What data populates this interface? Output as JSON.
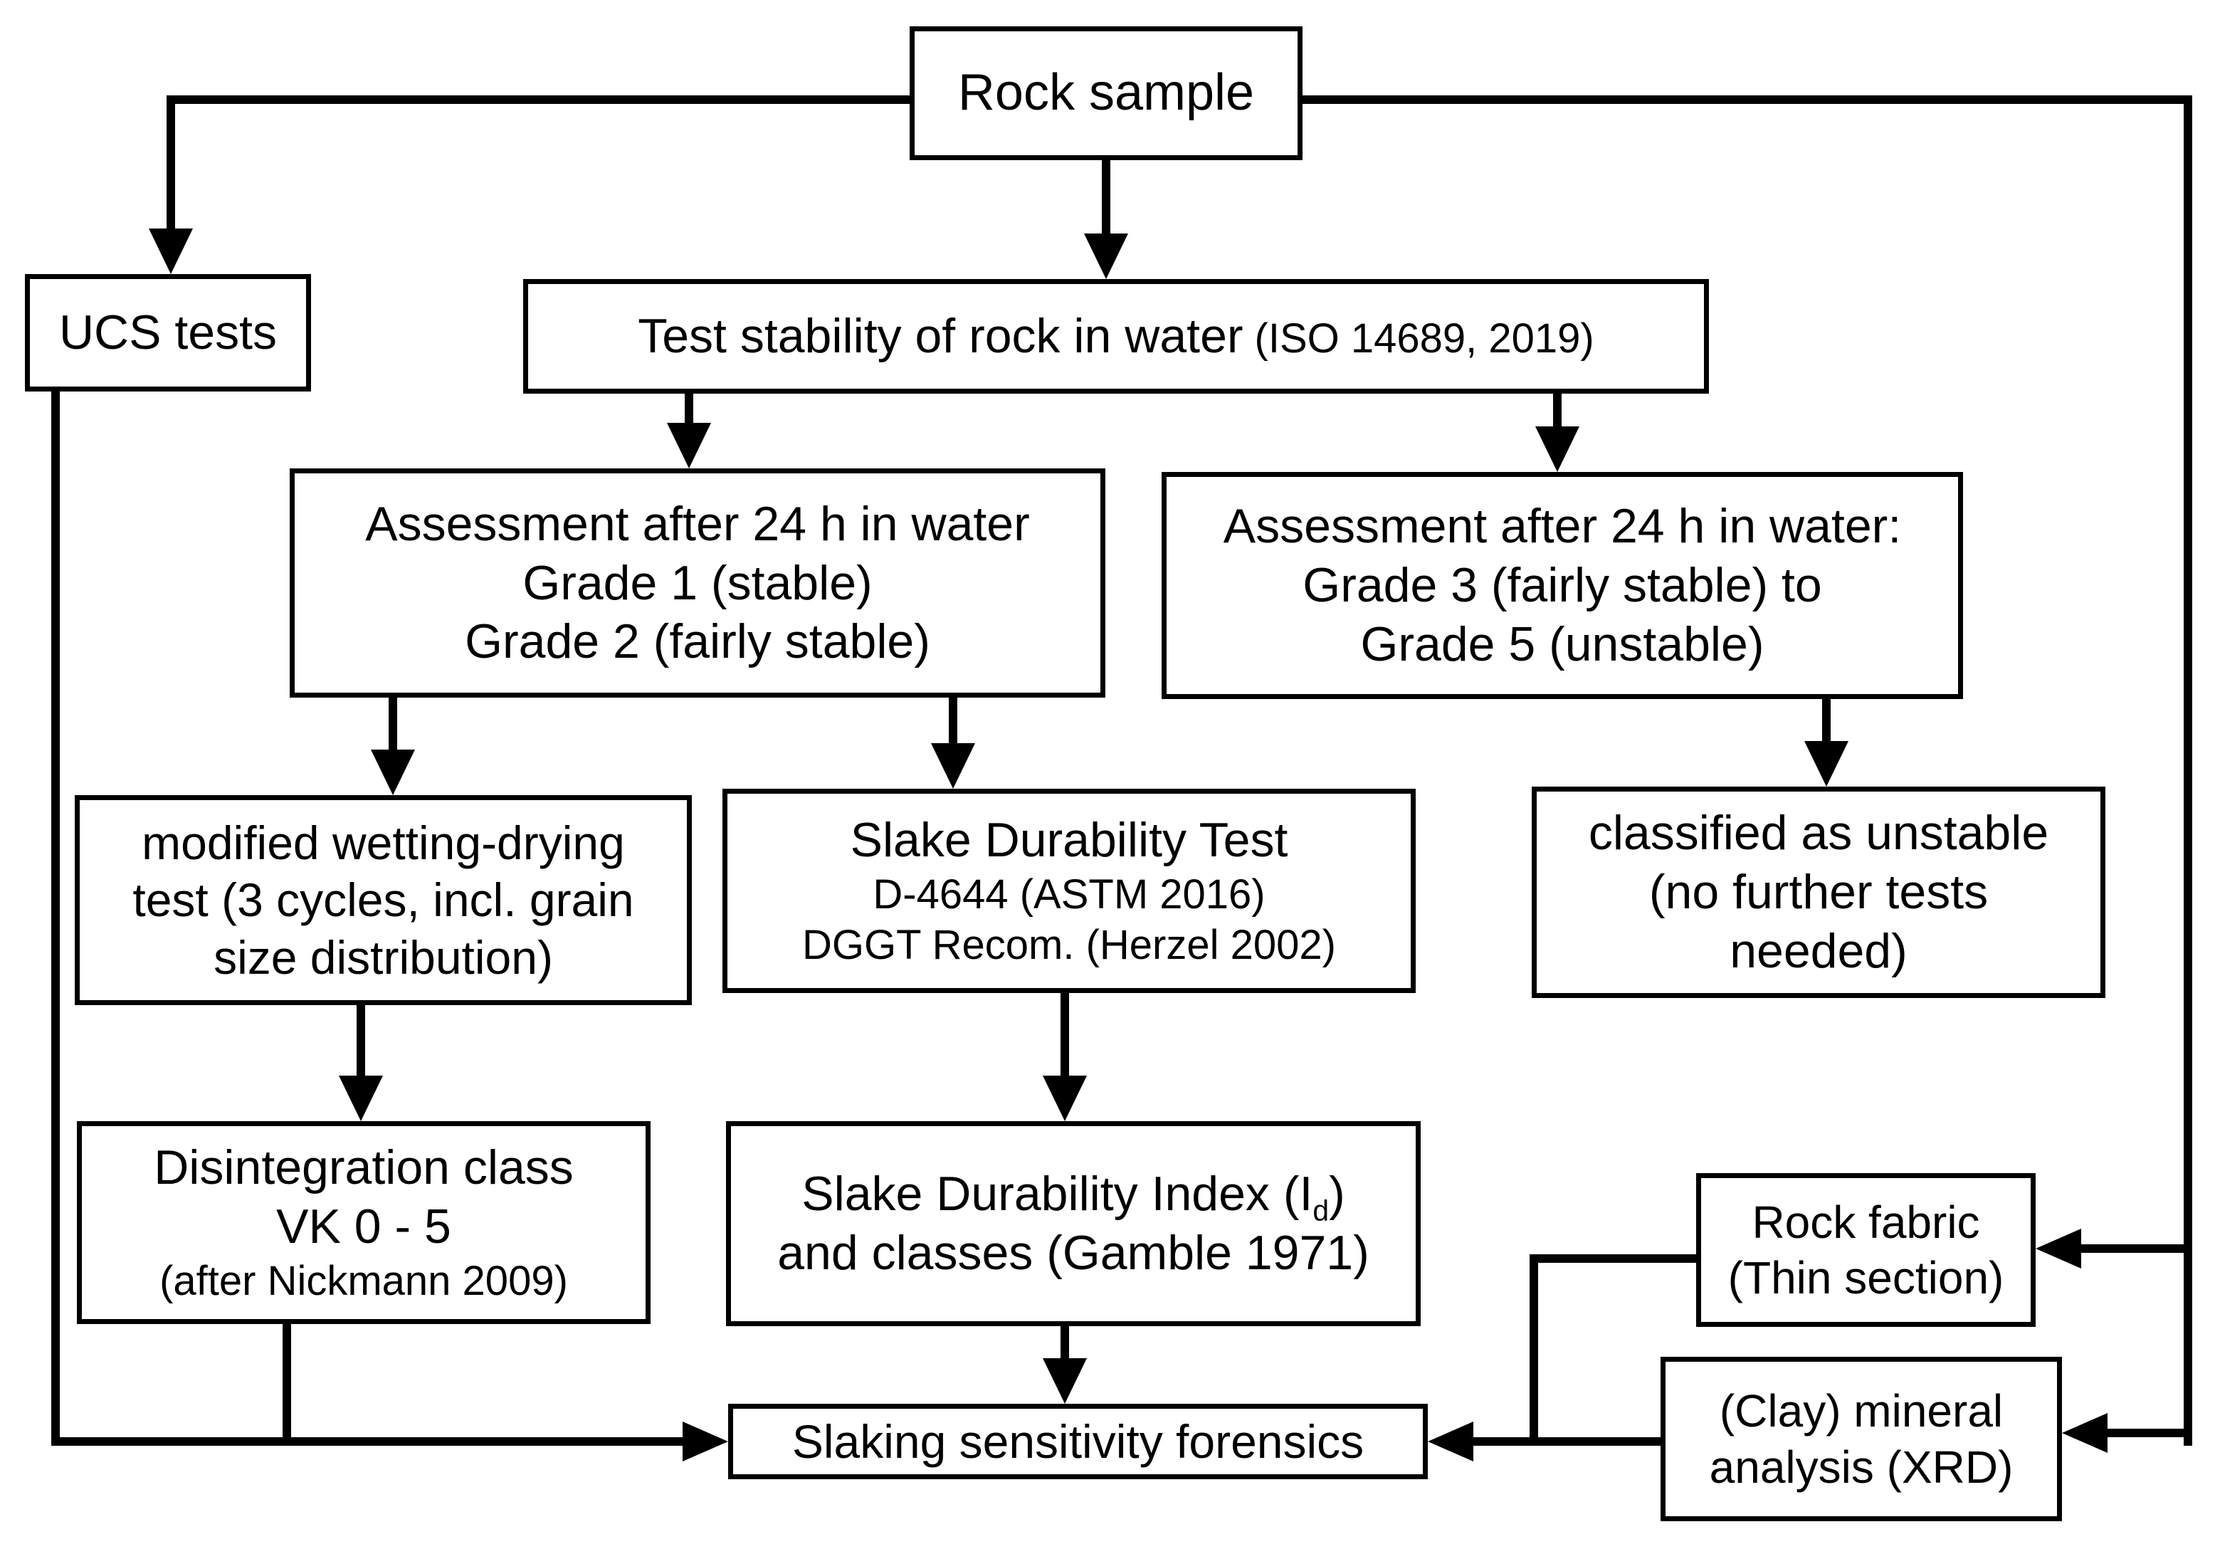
{
  "colors": {
    "line": "#000000",
    "box_fill": "#ffffff",
    "background": "#ffffff",
    "text": "#000000"
  },
  "boxes": {
    "rock_sample": {
      "label": "Rock sample"
    },
    "ucs_tests": {
      "label": "UCS tests"
    },
    "test_stability": {
      "main": "Test stability of rock in water",
      "note": "(ISO 14689, 2019)"
    },
    "assess_stable": {
      "lines": [
        "Assessment after 24 h in water",
        "Grade 1 (stable)",
        "Grade 2 (fairly stable)"
      ]
    },
    "assess_unstable": {
      "lines": [
        "Assessment after 24 h in water:",
        "Grade 3 (fairly stable) to",
        "Grade 5 (unstable)"
      ]
    },
    "wetting_drying": {
      "lines": [
        "modified wetting-drying",
        "test (3 cycles, incl. grain",
        "size distribution)"
      ]
    },
    "slake_test": {
      "title": "Slake Durability Test",
      "refs": [
        "D-4644 (ASTM 2016)",
        "DGGT Recom. (Herzel 2002)"
      ]
    },
    "classified_unstable": {
      "lines": [
        "classified as unstable",
        "(no further tests",
        "needed)"
      ]
    },
    "disintegration": {
      "lines": [
        "Disintegration class",
        "VK 0 - 5"
      ],
      "ref": "(after Nickmann 2009)"
    },
    "slake_index": {
      "line1_pre": "Slake Durability Index (I",
      "line1_sub": "d",
      "line1_post": ")",
      "line2": "and classes (Gamble 1971)"
    },
    "slaking_forensics": {
      "label": "Slaking sensitivity forensics"
    },
    "rock_fabric": {
      "lines": [
        "Rock fabric",
        "(Thin section)"
      ]
    },
    "clay_mineral": {
      "lines": [
        "(Clay) mineral",
        "analysis (XRD)"
      ]
    }
  }
}
